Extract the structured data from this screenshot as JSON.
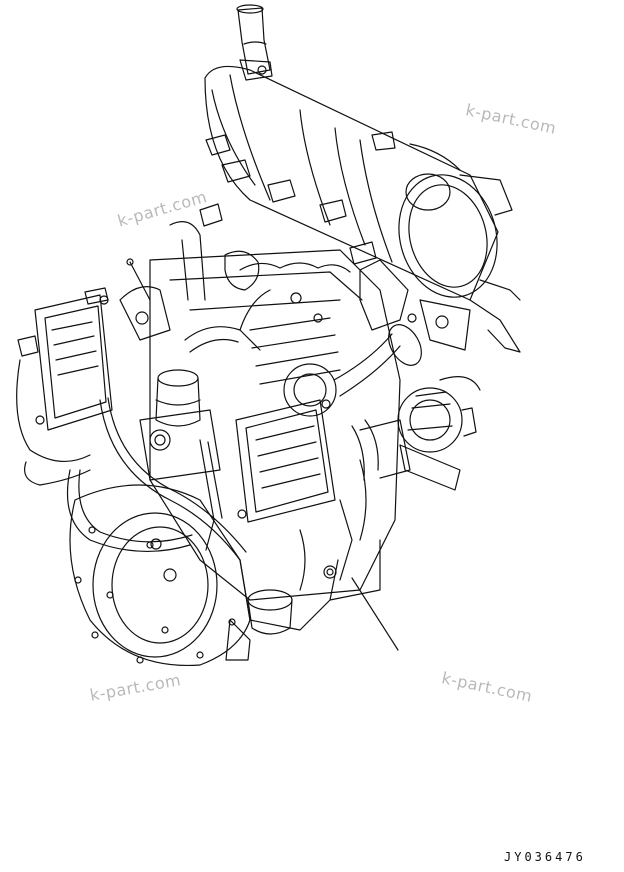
{
  "watermarks": [
    "k-part.com",
    "k-part.com",
    "k-part.com",
    "k-part.com"
  ],
  "drawing_code": "JY036476",
  "colors": {
    "line": "#111111",
    "watermark": "#b9b9b9",
    "background": "#ffffff"
  }
}
